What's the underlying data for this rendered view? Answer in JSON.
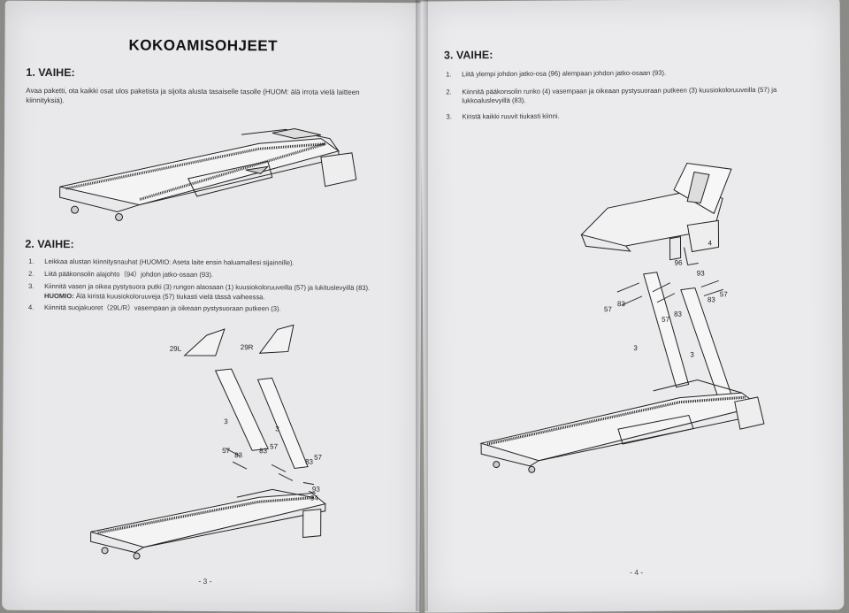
{
  "left": {
    "title": "KOKOAMISOHJEET",
    "step1": {
      "heading": "1. VAIHE:",
      "text_line1": "Avaa paketti, ota kaikki osat ulos paketista ja sijoita alusta tasaiselle tasolle (HUOM: älä irrota vielä laitteen",
      "text_line2": "kiinnityksiä)."
    },
    "step2": {
      "heading": "2. VAIHE:",
      "items": [
        {
          "num": "1.",
          "text": "Leikkaa alustan kiinnitysnauhat (HUOMIO: Aseta laite ensin haluamallesi sijainnille)."
        },
        {
          "num": "2.",
          "text": "Liitä pääkonsolin alajohto（94）johdon jatko-osaan (93)."
        },
        {
          "num": "3.",
          "text": "Kiinnitä vasen ja oikea pystysuora putki (3) rungon alaosaan (1) kuusiokoloruuveilla (57) ja lukituslevyillä (83)."
        },
        {
          "num": "",
          "text_bold": "HUOMIO:",
          "text": " Älä kiristä kuusiokoloruuveja (57) tiukasti vielä tässä vaiheessa."
        },
        {
          "num": "4.",
          "text": "Kiinnitä suojakuoret（29L/R）vasempaan ja oikeaan pystysuoraan putkeen (3)."
        }
      ]
    },
    "diagram_labels": {
      "l29l": "29L",
      "l29r": "29R",
      "l3a": "3",
      "l3b": "3",
      "l57a": "57",
      "l83a": "83",
      "l83b": "83",
      "l57b": "57",
      "l83c": "83",
      "l57c": "57",
      "l93": "93",
      "l94": "94"
    },
    "page_number": "- 3 -"
  },
  "right": {
    "step3": {
      "heading": "3. VAIHE:",
      "items": [
        {
          "num": "1.",
          "text": "Liitä ylempi johdon jatko-osa (96) alempaan johdon jatko-osaan (93)."
        },
        {
          "num": "2.",
          "text": "Kiinnitä pääkonsolin runko (4) vasempaan ja oikeaan pystysuoraan putkeen (3) kuusiokoloruuveilla (57) ja",
          "text2": "lukkoaluslevyillä (83)."
        },
        {
          "num": "3.",
          "text": "Kiristä kaikki ruuvit tiukasti kiinni."
        }
      ]
    },
    "diagram_labels": {
      "l4": "4",
      "l96": "96",
      "l93": "93",
      "l57a": "57",
      "l83a": "83",
      "l57b": "57",
      "l83b": "83",
      "l57c": "57",
      "l83c": "83",
      "l3a": "3",
      "l3b": "3"
    },
    "page_number": "- 4 -"
  }
}
